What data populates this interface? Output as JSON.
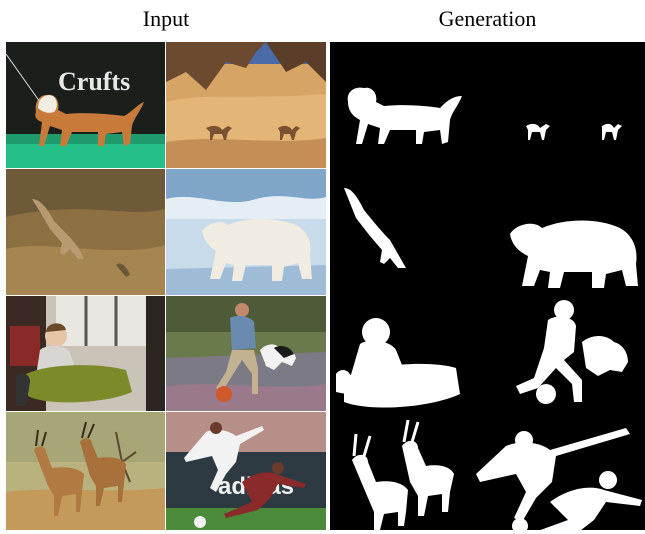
{
  "headings": {
    "input": "Input",
    "generation": "Generation"
  },
  "input_images": [
    {
      "row": 1,
      "col": 1,
      "subject": "dog walking on green carpet",
      "sign_text": "Crufts"
    },
    {
      "row": 1,
      "col": 2,
      "subject": "two camels in desert sand"
    },
    {
      "row": 2,
      "col": 1,
      "subject": "fox in dry grass"
    },
    {
      "row": 2,
      "col": 2,
      "subject": "polar bear on ice"
    },
    {
      "row": 3,
      "col": 1,
      "subject": "child in stroller"
    },
    {
      "row": 3,
      "col": 2,
      "subject": "man playing ball with dog"
    },
    {
      "row": 4,
      "col": 1,
      "subject": "two antelopes painting"
    },
    {
      "row": 4,
      "col": 2,
      "subject": "two soccer players",
      "sign_text": "adidas"
    }
  ],
  "colors": {
    "mask_background": "#000000",
    "mask_foreground": "#ffffff"
  }
}
